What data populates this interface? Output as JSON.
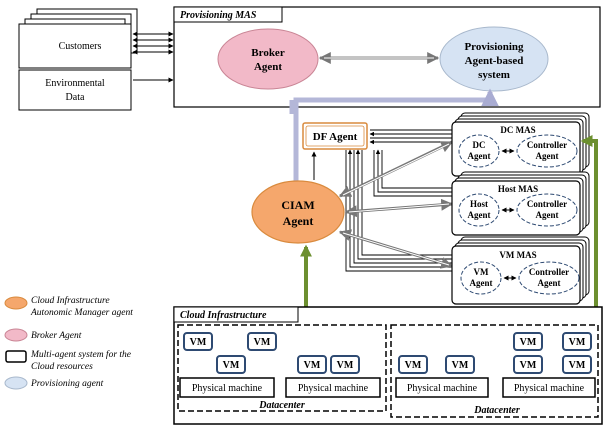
{
  "left": {
    "customers": "Customers",
    "env_line1": "Environmental",
    "env_line2": "Data"
  },
  "provisioning_mas": {
    "title": "Provisioning MAS",
    "broker_line1": "Broker",
    "broker_line2": "Agent",
    "prov_line1": "Provisioning",
    "prov_line2": "Agent-based",
    "prov_line3": "system"
  },
  "df_agent": "DF Agent",
  "ciam_line1": "CIAM",
  "ciam_line2": "Agent",
  "dc_mas": {
    "title": "DC MAS",
    "a_line1": "DC",
    "a_line2": "Agent",
    "b_line1": "Controller",
    "b_line2": "Agent"
  },
  "host_mas": {
    "title": "Host MAS",
    "a_line1": "Host",
    "a_line2": "Agent",
    "b_line1": "Controller",
    "b_line2": "Agent"
  },
  "vm_mas": {
    "title": "VM MAS",
    "a_line1": "VM",
    "a_line2": "Agent",
    "b_line1": "Controller",
    "b_line2": "Agent"
  },
  "legend": {
    "ciam_line1": "Cloud Infrastructure",
    "ciam_line2": "Autonomic Manager agent",
    "broker": "Broker Agent",
    "mas_line1": "Multi-agent system for the",
    "mas_line2": "Cloud resources",
    "prov": "Provisioning agent"
  },
  "cloud": {
    "title": "Cloud Infrastructure",
    "vm": "VM",
    "physical_machine": "Physical machine",
    "datacenter": "Datacenter"
  },
  "colors": {
    "broker_fill": "#f2b9c8",
    "prov_fill": "#d6e3f3",
    "ciam_fill": "#f5a76c",
    "ciam_stroke": "#d98a3d",
    "df_stroke": "#d98a3d",
    "green_arrow": "#6c8f2f",
    "lavender_arrow": "#b4b7d8",
    "vm_stroke": "#2e4a72"
  }
}
